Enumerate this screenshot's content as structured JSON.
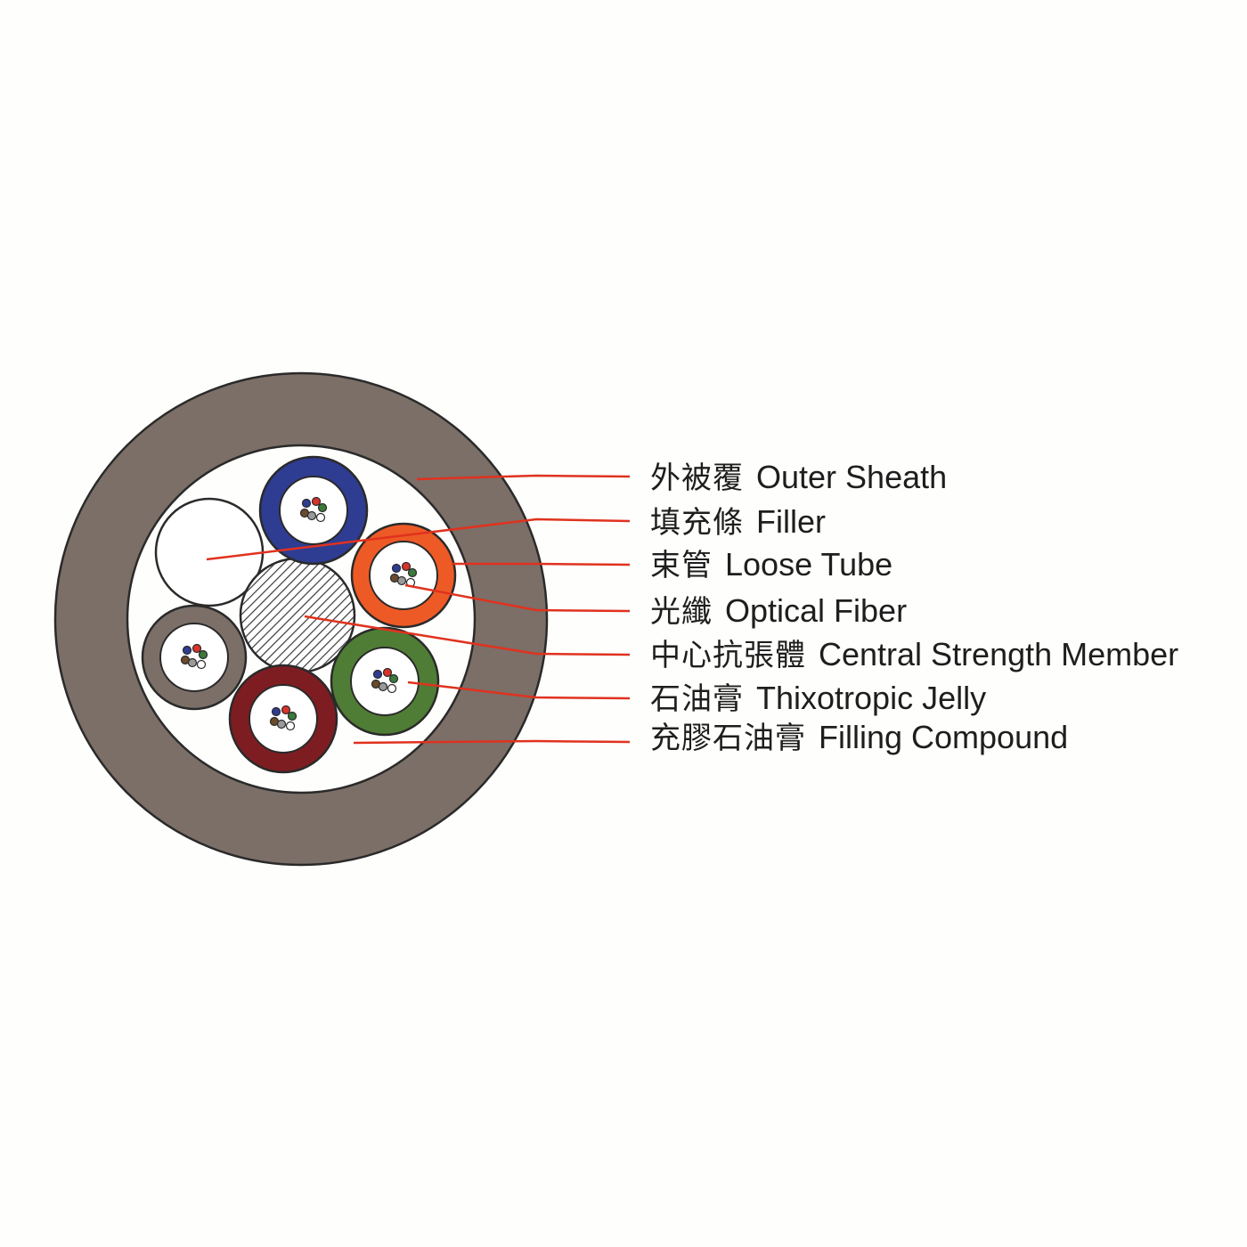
{
  "colors": {
    "background": "#fefefc",
    "sheath": "#7b6f68",
    "leader": "#e0321e",
    "outline": "#2a2a2a",
    "tube_blue": "#2e3c92",
    "tube_orange": "#ee5a26",
    "tube_grey": "#7b6f68",
    "tube_green": "#4f7d35",
    "tube_red": "#7d1d22",
    "fiber_colors": [
      "#2e3c92",
      "#d8332a",
      "#3b7a3a",
      "#6a4b2c",
      "#9a9a9a",
      "#ffffff"
    ]
  },
  "labels": [
    {
      "zh": "外被覆",
      "en": "Outer Sheath"
    },
    {
      "zh": "填充條",
      "en": "Filler"
    },
    {
      "zh": "束管",
      "en": "Loose Tube"
    },
    {
      "zh": "光纖",
      "en": "Optical Fiber"
    },
    {
      "zh": "中心抗張體",
      "en": "Central Strength Member"
    },
    {
      "zh": "石油膏",
      "en": "Thixotropic Jelly"
    },
    {
      "zh": "充膠石油膏",
      "en": "Filling Compound"
    }
  ]
}
